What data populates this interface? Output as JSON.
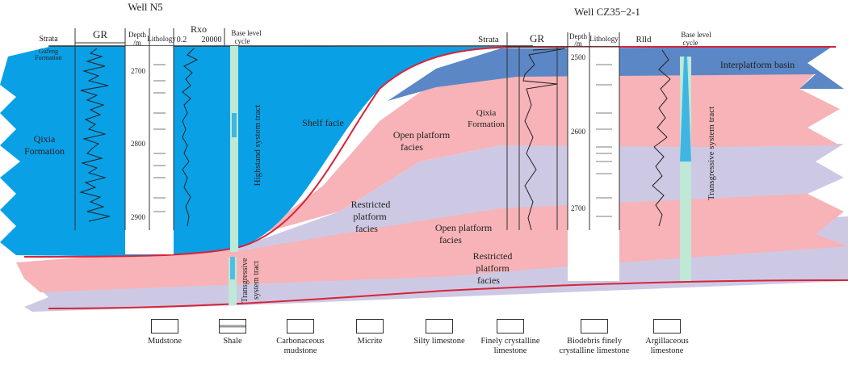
{
  "wells": {
    "n5": {
      "title": "Well N5",
      "strata_label": "Strata",
      "gr_label": "GR",
      "depth_label_1": "Depth",
      "depth_label_2": "/m",
      "lithology_label": "Lithology",
      "rxo_label": "Rxo",
      "rxo_min": "0.2",
      "rxo_max": "20000",
      "cycle_label_1": "Base level",
      "cycle_label_2": "cycle",
      "formation_top_1": "Gufeng",
      "formation_top_2": "Formation",
      "depth_ticks": [
        "2700",
        "2800",
        "2900"
      ]
    },
    "cz": {
      "title": "Well CZ35−2-1",
      "strata_label": "Strata",
      "gr_label": "GR",
      "depth_label_1": "Depth",
      "depth_label_2": "/m",
      "lithology_label": "Lithology",
      "rild_label": "Rlld",
      "cycle_label_1": "Base level",
      "cycle_label_2": "cycle",
      "depth_ticks": [
        "2500",
        "2600",
        "2700"
      ]
    }
  },
  "facies": {
    "qixia_left_1": "Qixia",
    "qixia_left_2": "Formation",
    "qixia_right_1": "Qixia",
    "qixia_right_2": "Formation",
    "shelf": "Shelf facie",
    "open_upper_1": "Open platform",
    "open_upper_2": "facies",
    "restricted_upper_1": "Restricted",
    "restricted_upper_2": "platform",
    "restricted_upper_3": "facies",
    "open_lower_1": "Open platform",
    "open_lower_2": "facies",
    "restricted_lower_1": "Restricted",
    "restricted_lower_2": "platform",
    "restricted_lower_3": "facies",
    "interplatform": "Interplatform basin",
    "highstand": "Highstand system tract",
    "transgressive_left_1": "Transgressive",
    "transgressive_left_2": "system tract",
    "transgressive_right": "Transgressive system tract"
  },
  "legend": [
    {
      "label_1": "Mudstone",
      "label_2": ""
    },
    {
      "label_1": "Shale",
      "label_2": ""
    },
    {
      "label_1": "Carbonaceous",
      "label_2": "mudstone"
    },
    {
      "label_1": "Micrite",
      "label_2": ""
    },
    {
      "label_1": "Silty limestone",
      "label_2": ""
    },
    {
      "label_1": "Finely crystalline",
      "label_2": "limestone"
    },
    {
      "label_1": "Biodebris finely",
      "label_2": "crystalline limestone"
    },
    {
      "label_1": "Argillaceous",
      "label_2": "limestone"
    }
  ],
  "colors": {
    "shelf_blue": "#0aa0e6",
    "basin_blue": "#5b87c6",
    "open_pink": "#f7b3b7",
    "restricted_lavender": "#cdc9e4",
    "boundary_red": "#d6253a"
  }
}
